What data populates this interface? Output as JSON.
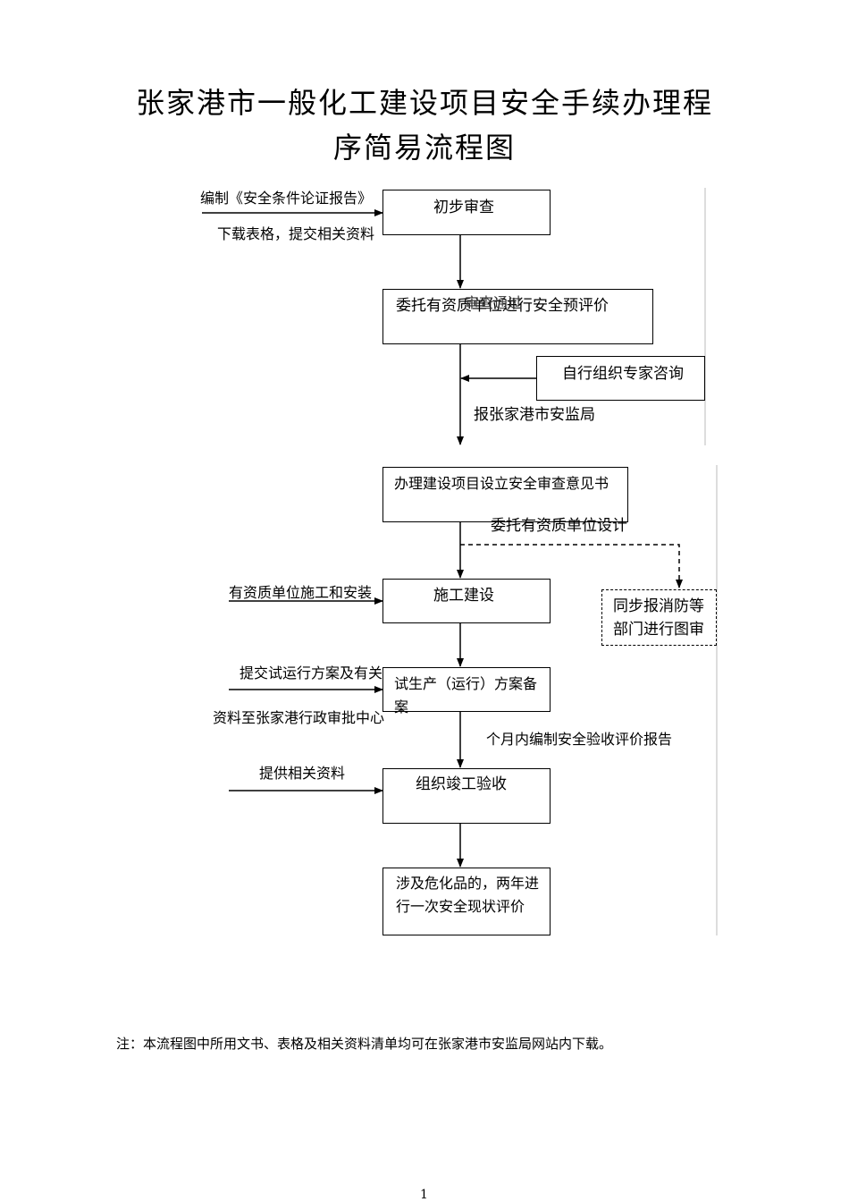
{
  "title_line1": "张家港市一般化工建设项目安全手续办理程",
  "title_line2": "序简易流程图",
  "boxes": {
    "initial_review": "初步审查",
    "entrust_pre_eval": "委托有资质单位进行安全预评价",
    "expert_consult": "自行组织专家咨询",
    "safety_opinion": "办理建设项目设立安全审查意见书",
    "construction": "施工建设",
    "fire_review_line1": "同步报消防等",
    "fire_review_line2": "部门进行图审",
    "trial_production": "试生产（运行）方案备案",
    "acceptance": "组织竣工验收",
    "hazmat_line1": "涉及危化品的，两年进",
    "hazmat_line2": "行一次安全现状评价"
  },
  "labels": {
    "compile_report": "编制《安全条件论证报告》",
    "download_forms": "下载表格，提交相关资料",
    "after_pass": "审查通过",
    "report_bureau": "报张家港市安监局",
    "entrust_design": "委托有资质单位设计",
    "qualified_install": "有资质单位施工和安装",
    "submit_trial_plan": "提交试运行方案及有关",
    "materials_to_center": "资料至张家港行政审批中心",
    "months_report": "个月内编制安全验收评价报告",
    "provide_materials": "提供相关资料"
  },
  "note": "注：本流程图中所用文书、表格及相关资料清单均可在张家港市安监局网站内下载。",
  "page_number": "1"
}
